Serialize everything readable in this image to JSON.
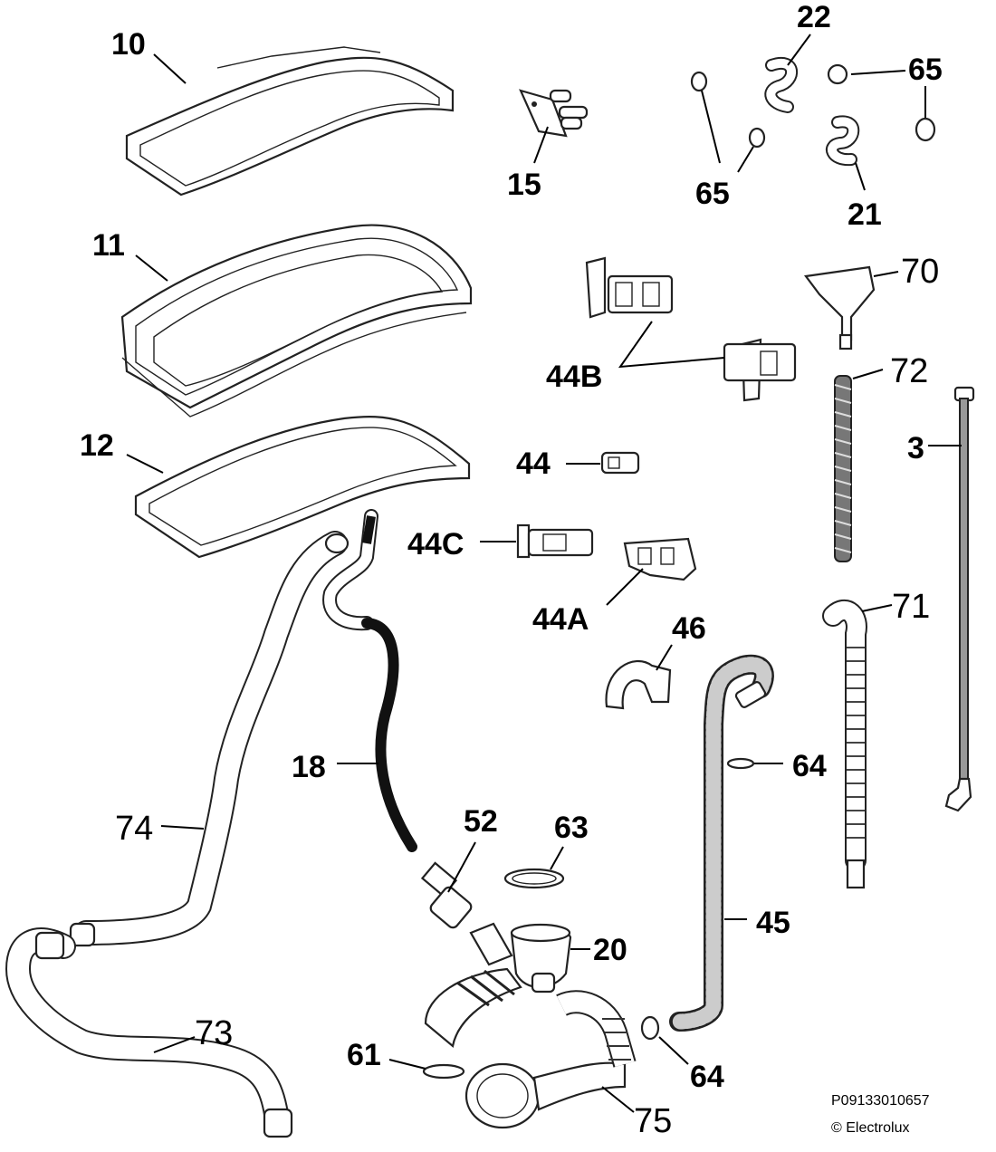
{
  "labels": {
    "l10": "10",
    "l11": "11",
    "l12": "12",
    "l15": "15",
    "l22": "22",
    "l65a": "65",
    "l65b": "65",
    "l21": "21",
    "l70": "70",
    "l44b": "44B",
    "l72": "72",
    "l3": "3",
    "l44": "44",
    "l44c": "44C",
    "l44a": "44A",
    "l71": "71",
    "l46": "46",
    "l18": "18",
    "l64a": "64",
    "l74": "74",
    "l52": "52",
    "l63": "63",
    "l20": "20",
    "l45": "45",
    "l73": "73",
    "l61": "61",
    "l64b": "64",
    "l75": "75"
  },
  "reference": {
    "code": "P09133010657",
    "copyright": "© Electrolux"
  }
}
